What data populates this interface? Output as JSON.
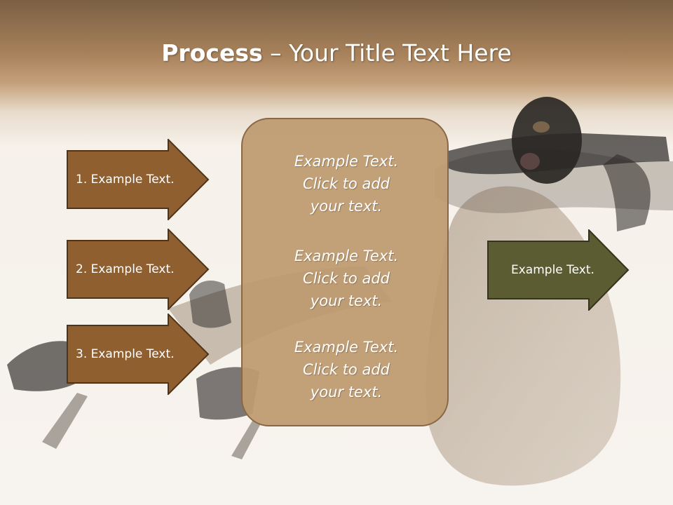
{
  "slide": {
    "title_bold": "Process",
    "title_rest": " – Your Title Text Here"
  },
  "left_arrows": [
    {
      "label": "1. Example Text."
    },
    {
      "label": "2. Example Text."
    },
    {
      "label": "3. Example Text."
    }
  ],
  "center_blocks": [
    {
      "line1": "Example Text.",
      "line2": "Click  to add",
      "line3": "your text."
    },
    {
      "line1": "Example Text.",
      "line2": "Click  to add",
      "line3": "your text."
    },
    {
      "line1": "Example Text.",
      "line2": "Click  to add",
      "line3": "your text."
    }
  ],
  "right_arrow": {
    "label": "Example Text."
  },
  "colors": {
    "header_brown": "#7b6044",
    "left_arrow_fill": "#8f5f30",
    "center_box_fill": "#be9b71",
    "right_arrow_fill": "#5c5c33"
  }
}
